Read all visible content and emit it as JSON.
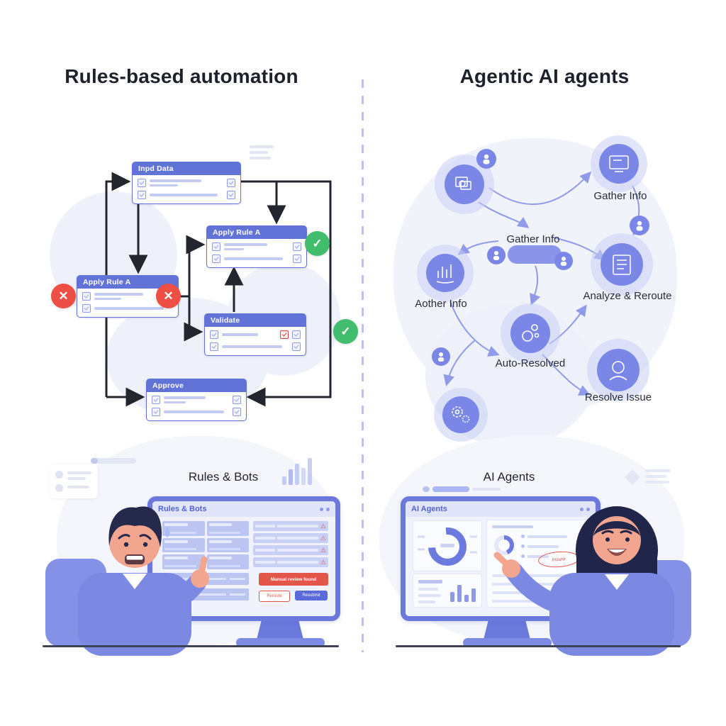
{
  "left": {
    "title": "Rules-based automation",
    "flow_boxes": [
      {
        "label": "Inpd Data"
      },
      {
        "label": "Apply Rule A"
      },
      {
        "label": "Apply Rule A"
      },
      {
        "label": "Validate"
      },
      {
        "label": "Approve"
      }
    ],
    "badges": {
      "success": "✓",
      "fail": "✕"
    },
    "station": {
      "heading": "Rules & Bots",
      "monitor_title": "Rules & Bots",
      "alert_text": "Manual review found",
      "button_secondary": "Reroute",
      "button_primary": "Resubmit",
      "warning_icon": "⚠"
    }
  },
  "right": {
    "title": "Agentic AI agents",
    "net_labels": [
      {
        "text": "Gather Info"
      },
      {
        "text": "Gather Info"
      },
      {
        "text": "Aother Info"
      },
      {
        "text": "Analyze & Reroute"
      },
      {
        "text": "Auto-Resolved"
      },
      {
        "text": "Resolve Issue"
      }
    ],
    "station": {
      "heading": "AI Agents",
      "monitor_title": "AI Agents",
      "annotation": "Insure"
    }
  },
  "colors": {
    "primary_purple": "#6374d6",
    "node_purple": "#7b87e6",
    "halo_purple": "#c9cff6",
    "success_green": "#42bd6d",
    "error_red": "#ee4f44",
    "arrow_black": "#20242e",
    "arrow_light": "#8f9ae8",
    "text_dark": "#20242e"
  }
}
